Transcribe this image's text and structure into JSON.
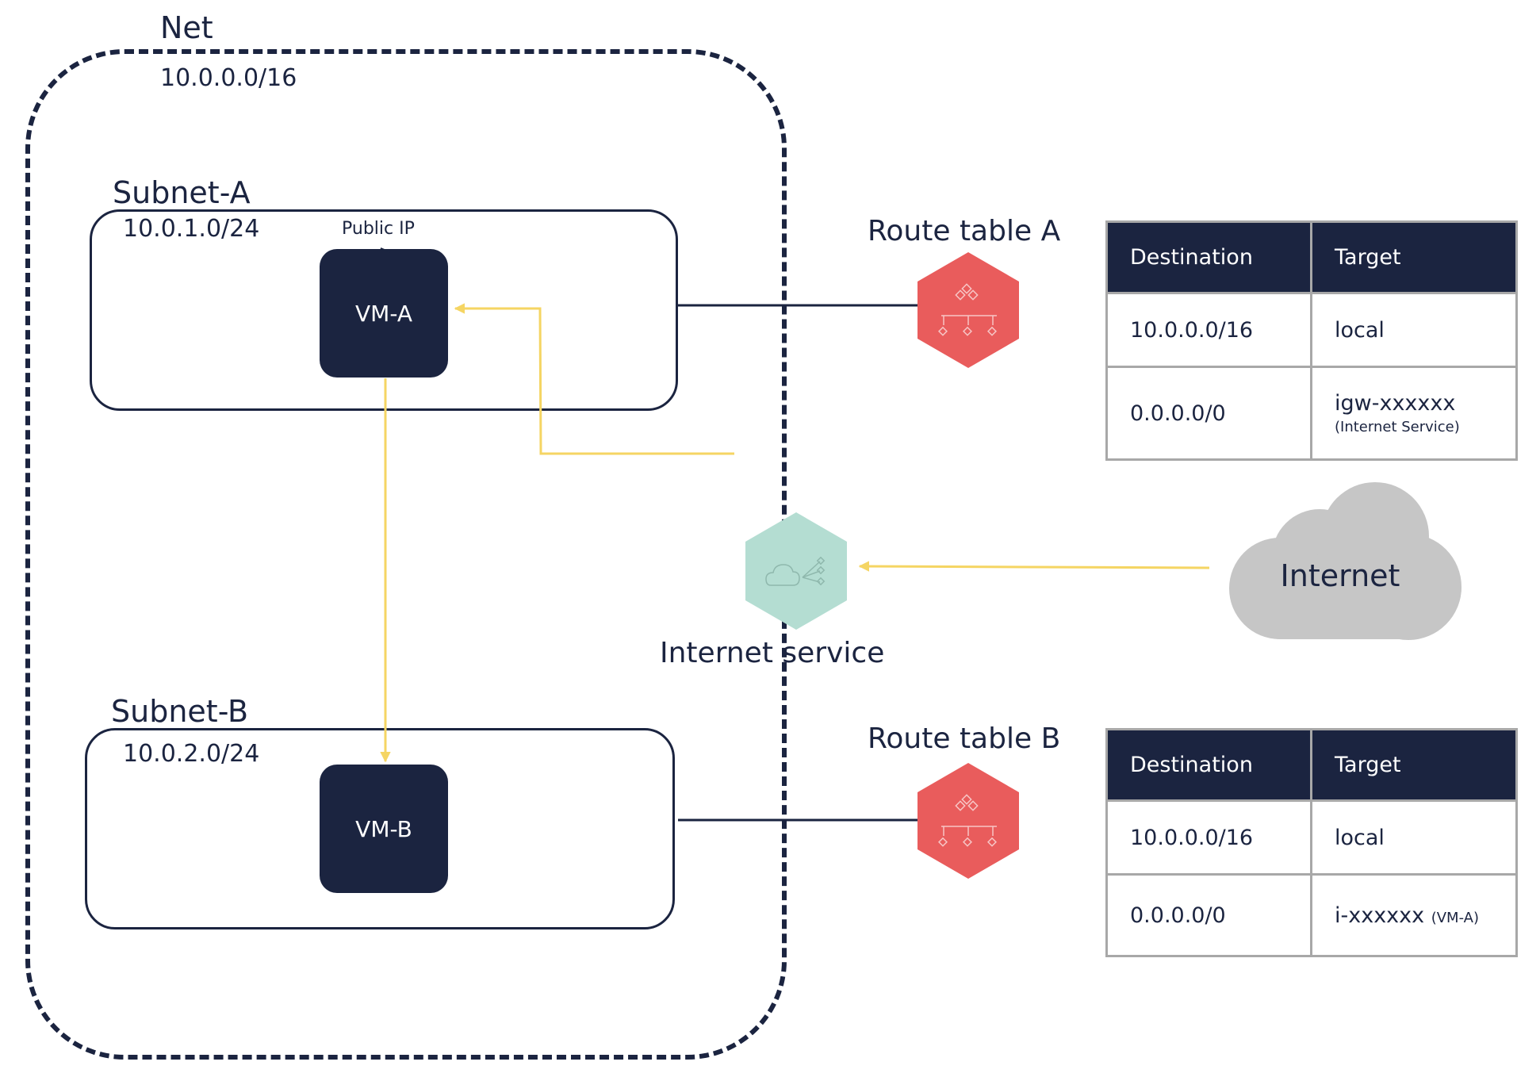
{
  "net": {
    "name": "Net",
    "cidr": "10.0.0.0/16"
  },
  "subnet_a": {
    "name": "Subnet-A",
    "cidr": "10.0.1.0/24",
    "public_ip_label": "Public IP",
    "vm": "VM-A"
  },
  "subnet_b": {
    "name": "Subnet-B",
    "cidr": "10.0.2.0/24",
    "vm": "VM-B"
  },
  "route_table_a": {
    "title": "Route table A",
    "headers": [
      "Destination",
      "Target"
    ],
    "rows": [
      {
        "destination": "10.0.0.0/16",
        "target": "local",
        "note": ""
      },
      {
        "destination": "0.0.0.0/0",
        "target": "igw-xxxxxx",
        "note": "(Internet Service)"
      }
    ]
  },
  "route_table_b": {
    "title": "Route table B",
    "headers": [
      "Destination",
      "Target"
    ],
    "rows": [
      {
        "destination": "10.0.0.0/16",
        "target": "local",
        "note": ""
      },
      {
        "destination": "0.0.0.0/0",
        "target": "i-xxxxxx",
        "note": "(VM-A)"
      }
    ]
  },
  "internet_service": {
    "label": "Internet service"
  },
  "internet": {
    "label": "Internet"
  },
  "colors": {
    "navy": "#1b2440",
    "route_table_icon": "#e95c5c",
    "internet_service_icon": "#b4ddd2",
    "flow_arrow": "#f5d563",
    "cloud": "#c6c6c6",
    "table_border": "#a8a8a8"
  },
  "icons": {
    "route_table": "route-table-hexagon-icon",
    "internet_service": "internet-gateway-hexagon-icon",
    "internet": "cloud-icon"
  }
}
